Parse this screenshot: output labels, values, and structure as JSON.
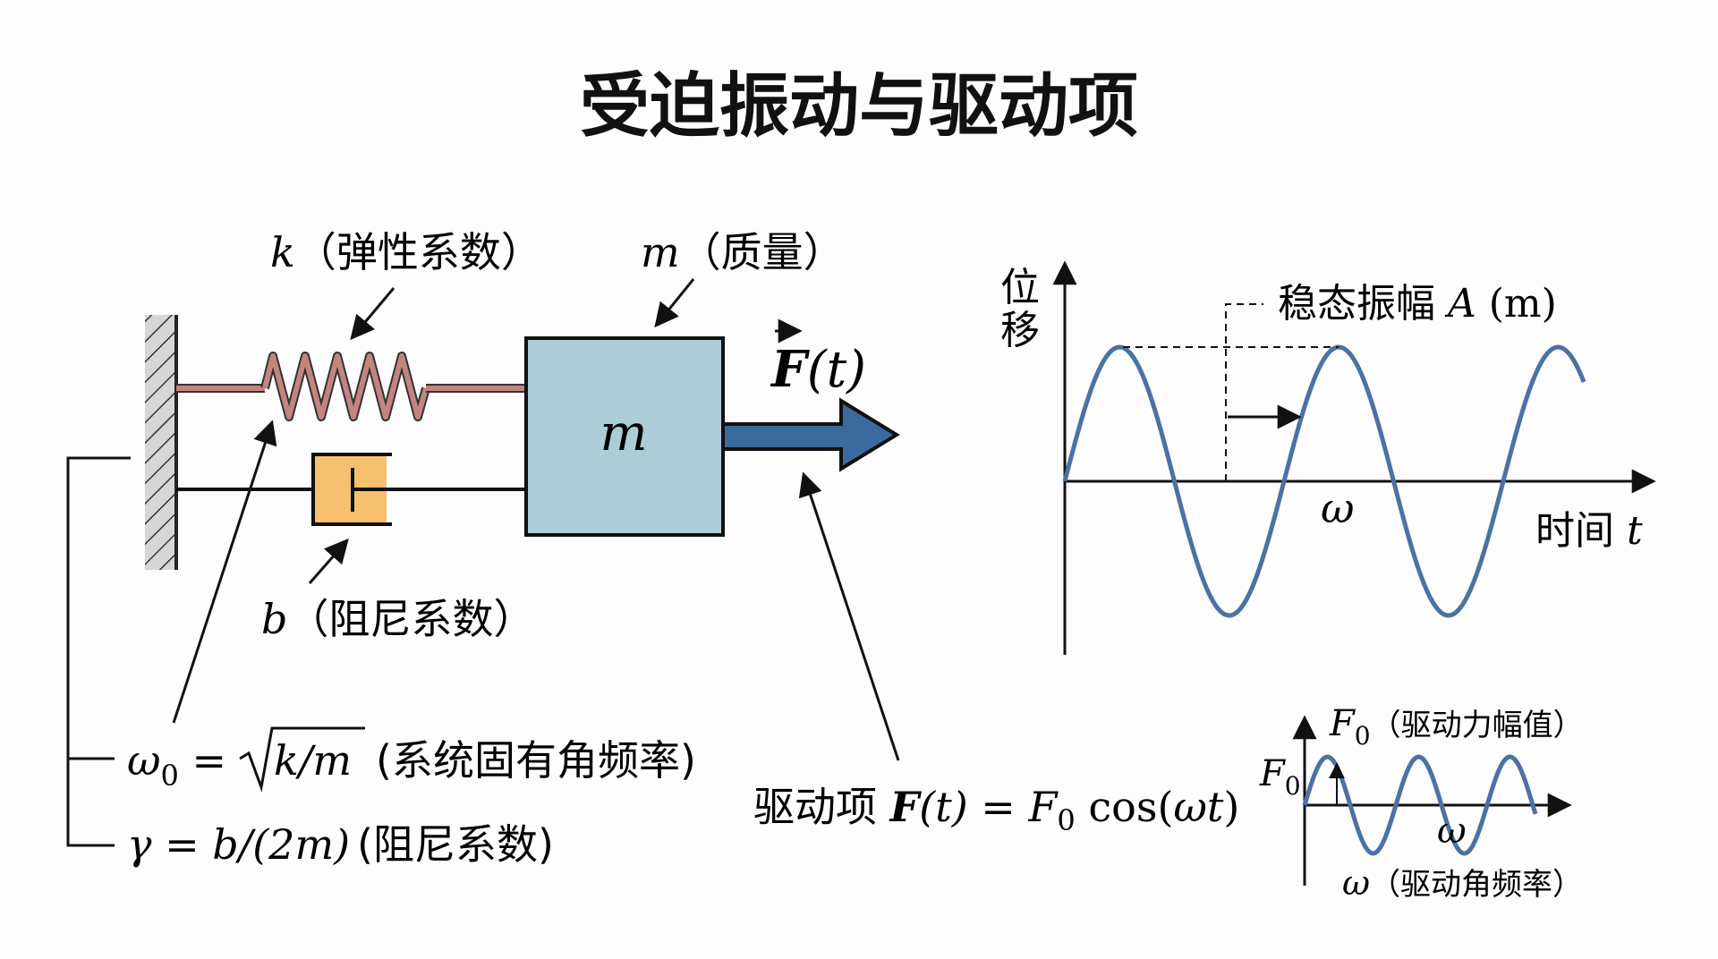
{
  "title": "受迫振动与驱动项",
  "labels": {
    "spring_sym": "k",
    "spring_desc": "（弹性系数）",
    "mass_sym": "m",
    "mass_desc": "（质量）",
    "mass_block": "m",
    "force_sym": "F",
    "force_arg": "(t)",
    "damper_sym": "b",
    "damper_desc": "（阻尼系数）",
    "omega0_sym": "ω",
    "omega0_sub": "0",
    "omega0_eq": " = ",
    "omega0_rad": "k/m",
    "omega0_desc": "(系统固有角频率)",
    "gamma_sym": "γ",
    "gamma_eq": " = b/(2m)",
    "gamma_desc": "(阻尼系数)",
    "drive_prefix": "驱动项 ",
    "drive_F": "F",
    "drive_t": "(t)",
    "drive_eq": " = ",
    "drive_F0": "F",
    "drive_sub0": "0",
    "drive_cos": " cos(",
    "drive_wt": "ωt",
    "drive_close": ")"
  },
  "graph": {
    "y_axis_label_1": "位",
    "y_axis_label_2": "移",
    "amp_label_text": "稳态振幅 ",
    "amp_label_sym": "A",
    "amp_label_unit": " (m)",
    "omega_label": "ω",
    "time_label_text": "时间 ",
    "time_label_sym": "t"
  },
  "small_graph": {
    "top_sym": "F",
    "top_sub": "0",
    "top_desc": "（驱动力幅值）",
    "left_sym": "F",
    "left_sub": "0",
    "omega_label": "ω",
    "bottom_sym": "ω",
    "bottom_desc": "（驱动角频率）"
  },
  "colors": {
    "spring": "#b86f6a",
    "mass_fill": "#aecbd8",
    "damper_fill": "#f6c06e",
    "force_arrow": "#3a6a9e",
    "wave": "#4a72a3"
  }
}
